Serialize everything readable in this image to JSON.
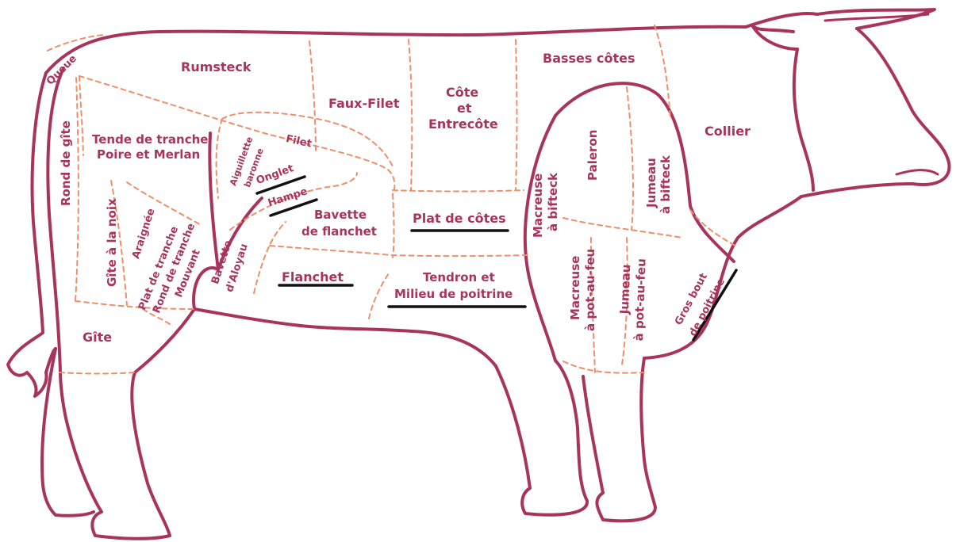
{
  "colors": {
    "outline": "#a8345e",
    "cut_lines": "#ee8f6c",
    "underline": "#111111",
    "background": "#ffffff"
  },
  "cuts": {
    "queue": "Queue",
    "rumsteck": "Rumsteck",
    "faux_filet": "Faux-Filet",
    "cote_line1": "Côte",
    "cote_line2": "et",
    "cote_line3": "Entrecôte",
    "basses_cotes": "Basses côtes",
    "collier": "Collier",
    "rond_de_gite": "Rond de gîte",
    "tende_line1": "Tende de tranche",
    "tende_line2": "Poire et Merlan",
    "aiguillette_line1": "Aiguillette",
    "aiguillette_line2": "baronne",
    "filet": "Filet",
    "onglet": "Onglet",
    "hampe": "Hampe",
    "bavette_flanchet_line1": "Bavette",
    "bavette_flanchet_line2": "de flanchet",
    "plat_de_cotes": "Plat de côtes",
    "macreuse_bifteck_line1": "Macreuse",
    "macreuse_bifteck_line2": "à bifteck",
    "paleron": "Paleron",
    "jumeau_bifteck_line1": "Jumeau",
    "jumeau_bifteck_line2": "à bifteck",
    "gite_a_la_noix": "Gîte à la noix",
    "araignee": "Araignée",
    "plat_de_tranche": "Plat de tranche",
    "rond_de_tranche": "Rond de tranche",
    "mouvant": "Mouvant",
    "bavette_aloyau_line1": "Bavette",
    "bavette_aloyau_line2": "d'Aloyau",
    "flanchet": "Flanchet",
    "tendron_line1": "Tendron et",
    "tendron_line2": "Milieu de poitrine",
    "macreuse_pot_line1": "Macreuse",
    "macreuse_pot_line2": "à pot-au-feu",
    "jumeau_pot_line1": "Jumeau",
    "jumeau_pot_line2": "à pot-au-feu",
    "gros_bout_line1": "Gros bout",
    "gros_bout_line2": "de poitrine",
    "gite": "Gîte"
  }
}
